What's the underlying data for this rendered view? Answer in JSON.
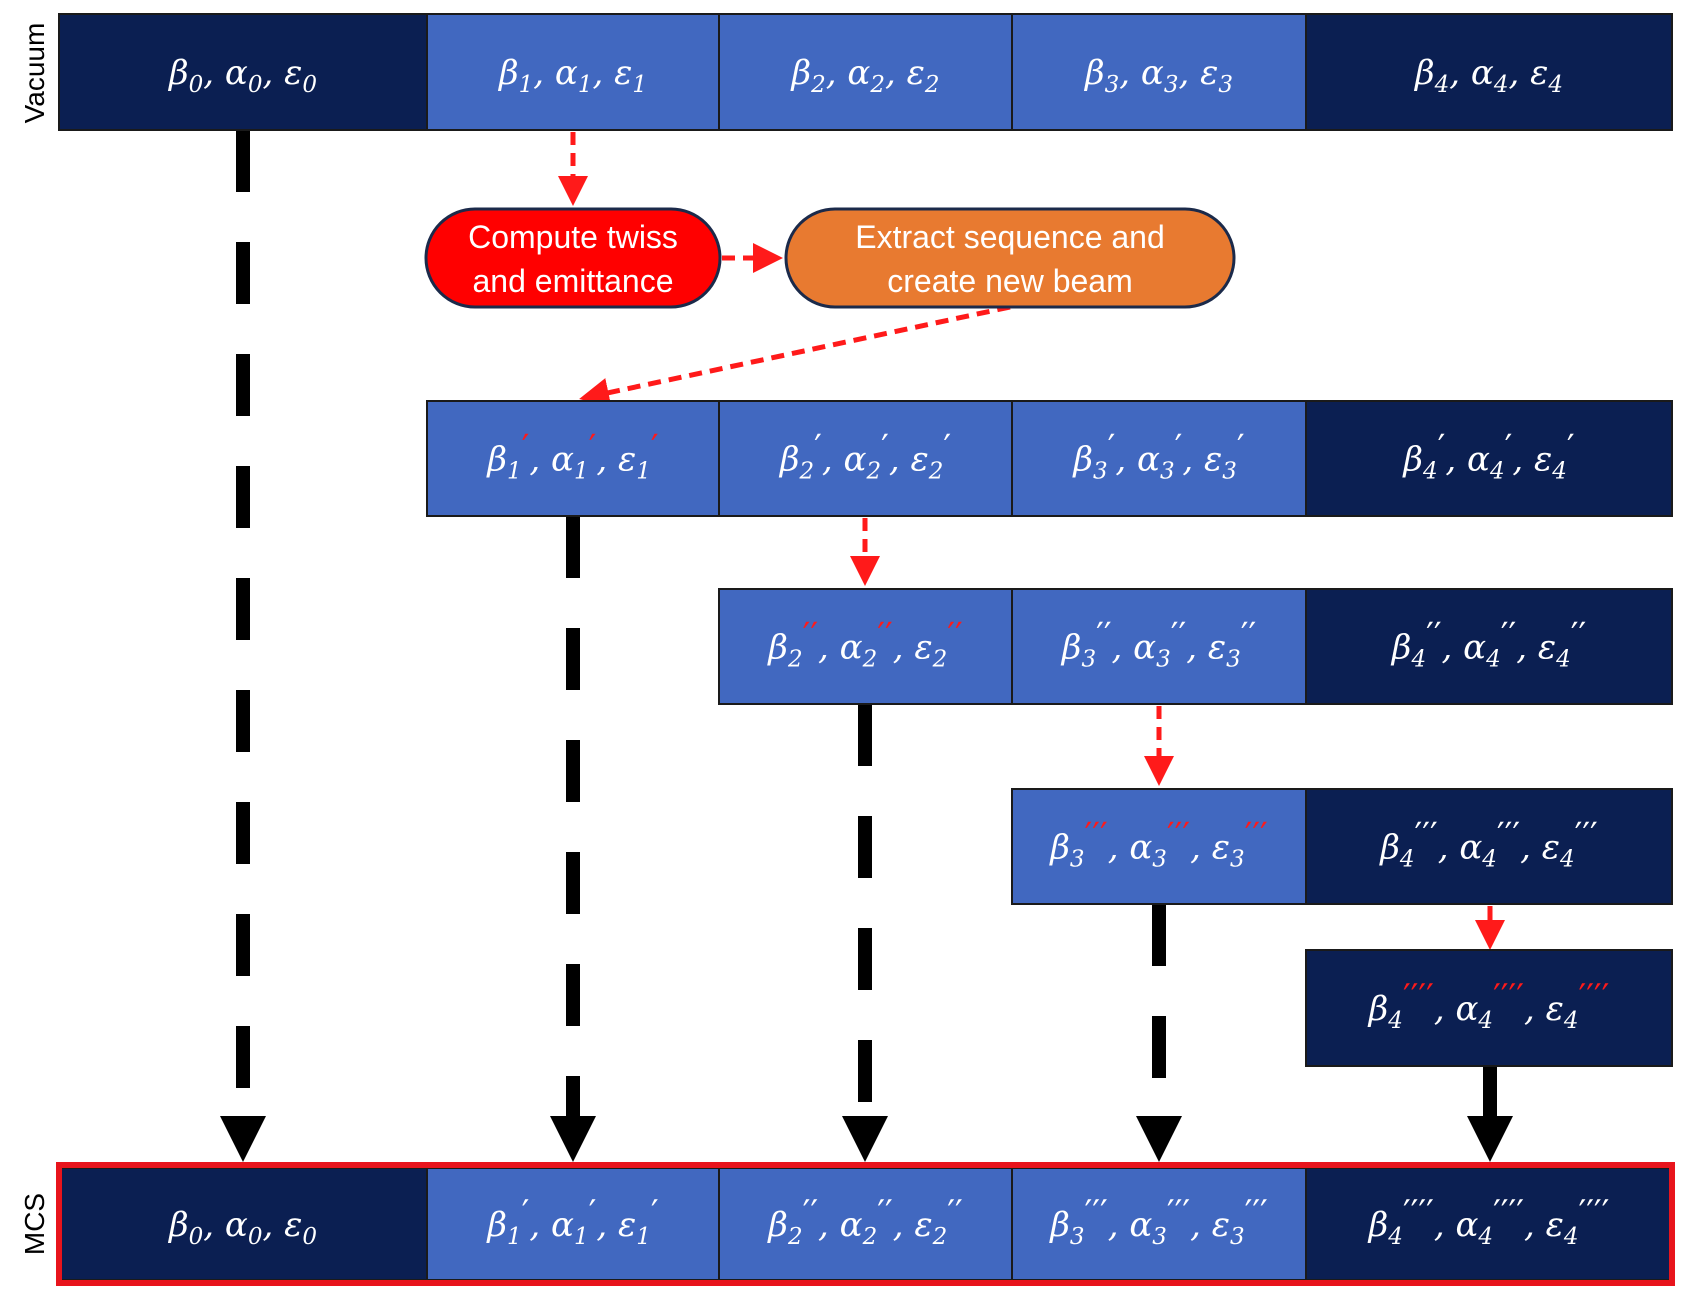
{
  "labels": {
    "vacuum": "Vacuum",
    "mcs": "MCS"
  },
  "steps": {
    "compute": [
      "Compute twiss",
      "and emittance"
    ],
    "extract": [
      "Extract sequence and",
      "create new beam"
    ]
  },
  "colors": {
    "dark_block": "#0b1f52",
    "light_block": "#4168c0",
    "compute_fill": "#ff0000",
    "extract_fill": "#e87a30",
    "flow_arrow": "#ff1a1a",
    "mcs_border": "#e8141c"
  },
  "rows": [
    {
      "id": "vacuum",
      "cells": [
        {
          "i": "0",
          "p": "",
          "pr_red": false
        },
        {
          "i": "1",
          "p": "",
          "pr_red": false
        },
        {
          "i": "2",
          "p": "",
          "pr_red": false
        },
        {
          "i": "3",
          "p": "",
          "pr_red": false
        },
        {
          "i": "4",
          "p": "",
          "pr_red": false
        }
      ]
    },
    {
      "id": "pass-1",
      "cells": [
        {
          "i": "1",
          "p": "′",
          "pr_red": true
        },
        {
          "i": "2",
          "p": "′",
          "pr_red": false
        },
        {
          "i": "3",
          "p": "′",
          "pr_red": false
        },
        {
          "i": "4",
          "p": "′",
          "pr_red": false
        }
      ]
    },
    {
      "id": "pass-2",
      "cells": [
        {
          "i": "2",
          "p": "′′",
          "pr_red": true
        },
        {
          "i": "3",
          "p": "′′",
          "pr_red": false
        },
        {
          "i": "4",
          "p": "′′",
          "pr_red": false
        }
      ]
    },
    {
      "id": "pass-3",
      "cells": [
        {
          "i": "3",
          "p": "′′′",
          "pr_red": true
        },
        {
          "i": "4",
          "p": "′′′",
          "pr_red": false
        }
      ]
    },
    {
      "id": "pass-4",
      "cells": [
        {
          "i": "4",
          "p": "′′′′",
          "pr_red": true
        }
      ]
    },
    {
      "id": "mcs",
      "cells": [
        {
          "i": "0",
          "p": "",
          "pr_red": false
        },
        {
          "i": "1",
          "p": "′",
          "pr_red": false
        },
        {
          "i": "2",
          "p": "′′",
          "pr_red": false
        },
        {
          "i": "3",
          "p": "′′′",
          "pr_red": false
        },
        {
          "i": "4",
          "p": "′′′′",
          "pr_red": false
        }
      ]
    }
  ]
}
